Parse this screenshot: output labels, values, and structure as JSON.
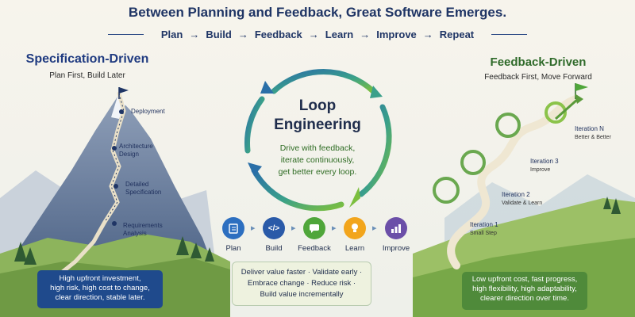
{
  "header": {
    "headline": "Between Planning and Feedback, Great Software Emerges.",
    "flow": [
      "Plan",
      "Build",
      "Feedback",
      "Learn",
      "Improve",
      "Repeat"
    ],
    "arrow": "→"
  },
  "left": {
    "title": "Specification-Driven",
    "subtitle": "Plan First, Build Later",
    "milestones": [
      {
        "line1": "Deployment",
        "line2": ""
      },
      {
        "line1": "Architecture",
        "line2": "Design"
      },
      {
        "line1": "Detailed",
        "line2": "Specification"
      },
      {
        "line1": "Requirements",
        "line2": "Analysis"
      }
    ],
    "box_lines": [
      "High upfront investment,",
      "high risk, high cost to change,",
      "clear direction, stable later."
    ]
  },
  "center": {
    "title_line1": "Loop",
    "title_line2": "Engineering",
    "desc_lines": [
      "Drive with feedback,",
      "iterate continuously,",
      "get better every loop."
    ],
    "steps": [
      {
        "label": "Plan",
        "color": "#2d6fc0",
        "icon": "clipboard-icon"
      },
      {
        "label": "Build",
        "color": "#2a5aa8",
        "icon": "code-icon"
      },
      {
        "label": "Feedback",
        "color": "#4fa63a",
        "icon": "chat-icon"
      },
      {
        "label": "Learn",
        "color": "#f2a51c",
        "icon": "lightbulb-icon"
      },
      {
        "label": "Improve",
        "color": "#6b4fa8",
        "icon": "bar-chart-icon"
      }
    ],
    "box_lines": [
      "Deliver value faster · Validate early ·",
      "Embrace change · Reduce risk ·",
      "Build value incrementally"
    ]
  },
  "right": {
    "title": "Feedback-Driven",
    "subtitle": "Feedback First, Move Forward",
    "iterations": [
      {
        "title": "Iteration N",
        "sub": "Better & Better"
      },
      {
        "title": "Iteration 3",
        "sub": "Improve"
      },
      {
        "title": "Iteration 2",
        "sub": "Validate & Learn"
      },
      {
        "title": "Iteration 1",
        "sub": "Small Step"
      }
    ],
    "box_lines": [
      "Low upfront cost, fast progress,",
      "high flexibility, high adaptability,",
      "clearer direction over time."
    ]
  },
  "colors": {
    "navy": "#1f3565",
    "blue": "#2c6fb0",
    "green": "#4f8a3a",
    "background": "#f6f3ea"
  }
}
